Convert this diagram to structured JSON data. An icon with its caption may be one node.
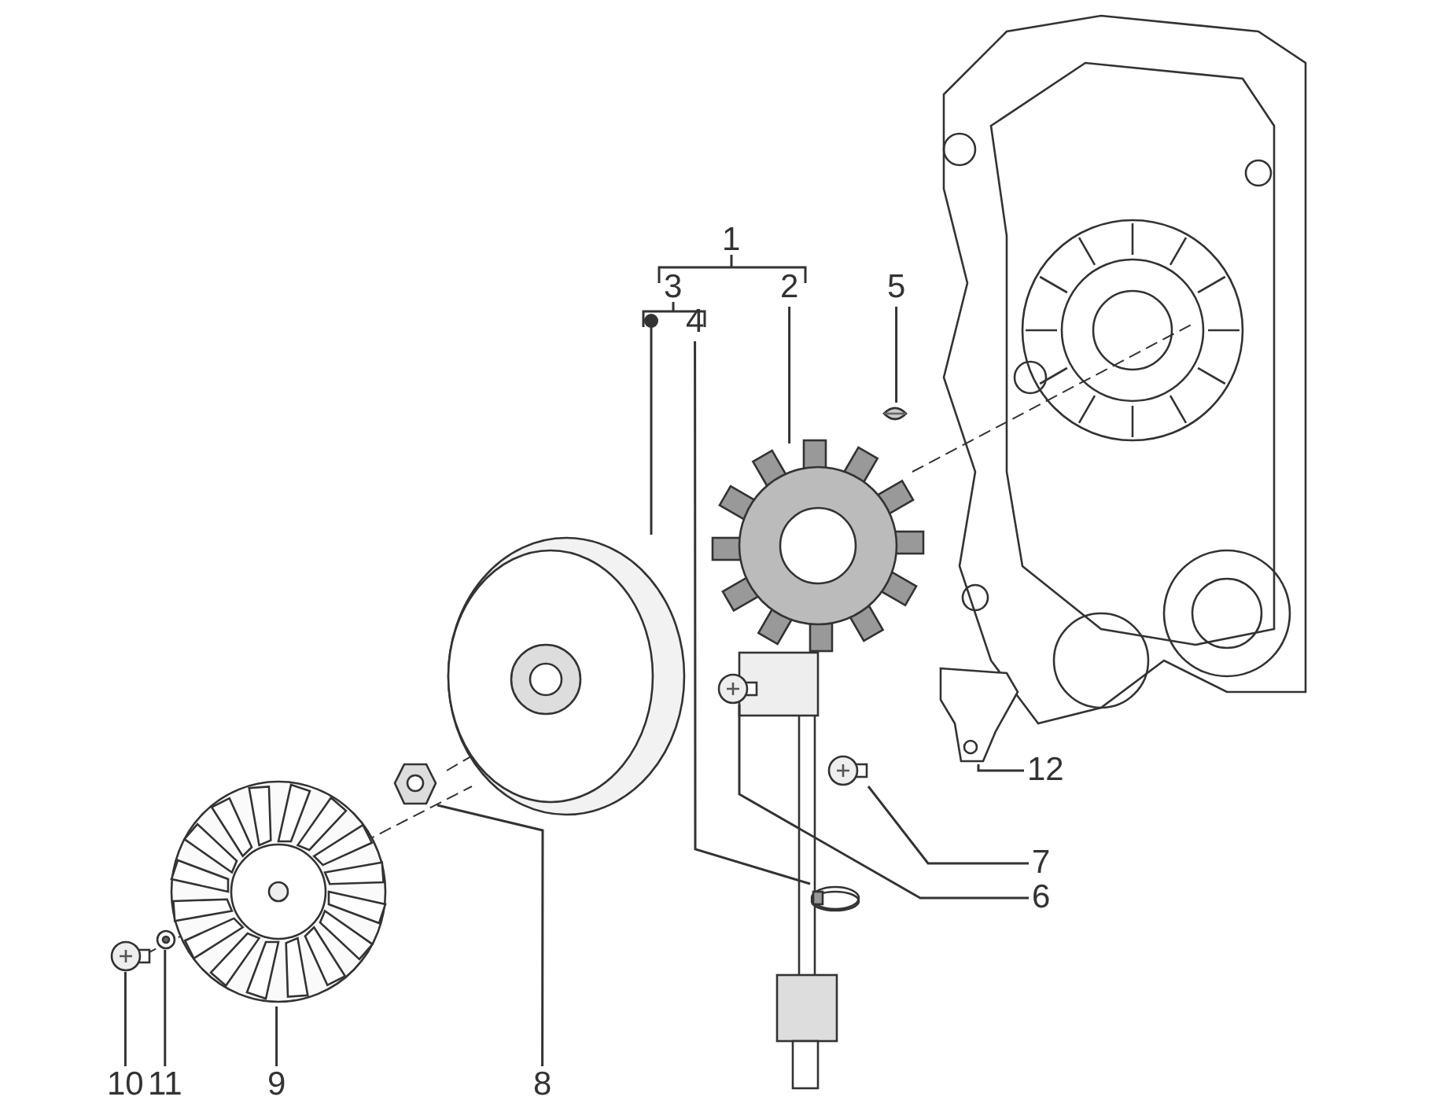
{
  "diagram": {
    "nodes": [
      {
        "text": [
          "2"
        ]
      },
      {
        "text": [
          "3"
        ]
      },
      {
        "text": [
          "4"
        ]
      },
      {
        "text": [
          "5"
        ]
      },
      {
        "text": [
          "6"
        ]
      },
      {
        "text": [
          "7"
        ]
      },
      {
        "text": [
          "8"
        ]
      },
      {
        "text": [
          "9"
        ]
      },
      {
        "text": [
          "10"
        ]
      },
      {
        "text": [
          "11"
        ]
      },
      {
        "text": [
          "12"
        ]
      },
      {
        "text": [],
        "shape": "picture"
      },
      {
        "text": [],
        "shape": "picture"
      },
      {
        "text": [],
        "shape": "picture"
      },
      {
        "text": [],
        "shape": "picture"
      },
      {
        "text": [],
        "shape": "picture"
      },
      {
        "text": [],
        "shape": "picture"
      },
      {
        "text": [],
        "shape": "picture"
      },
      {
        "text": [],
        "shape": "picture"
      },
      {
        "text": [],
        "shape": "picture"
      },
      {
        "text": [],
        "shape": "picture"
      },
      {
        "text": [],
        "shape": "picture"
      }
    ],
    "edges": [
      {
        "from": 0,
        "to": 11,
        "arrow": "none"
      },
      {
        "from": 1,
        "to": 12,
        "arrow": "other"
      },
      {
        "from": 2,
        "to": 13,
        "arrow": "none"
      },
      {
        "from": 3,
        "to": 14,
        "arrow": "none"
      },
      {
        "from": 4,
        "to": 15,
        "arrow": "none"
      },
      {
        "from": 5,
        "to": 16,
        "arrow": "none"
      },
      {
        "from": 6,
        "to": 17,
        "arrow": "none"
      },
      {
        "from": 7,
        "to": 18,
        "arrow": "none"
      },
      {
        "from": 8,
        "to": 19,
        "arrow": "none"
      },
      {
        "from": 9,
        "to": 20,
        "arrow": "none"
      },
      {
        "from": 10,
        "to": 21,
        "arrow": "none"
      }
    ],
    "labels": [
      "1"
    ]
  }
}
